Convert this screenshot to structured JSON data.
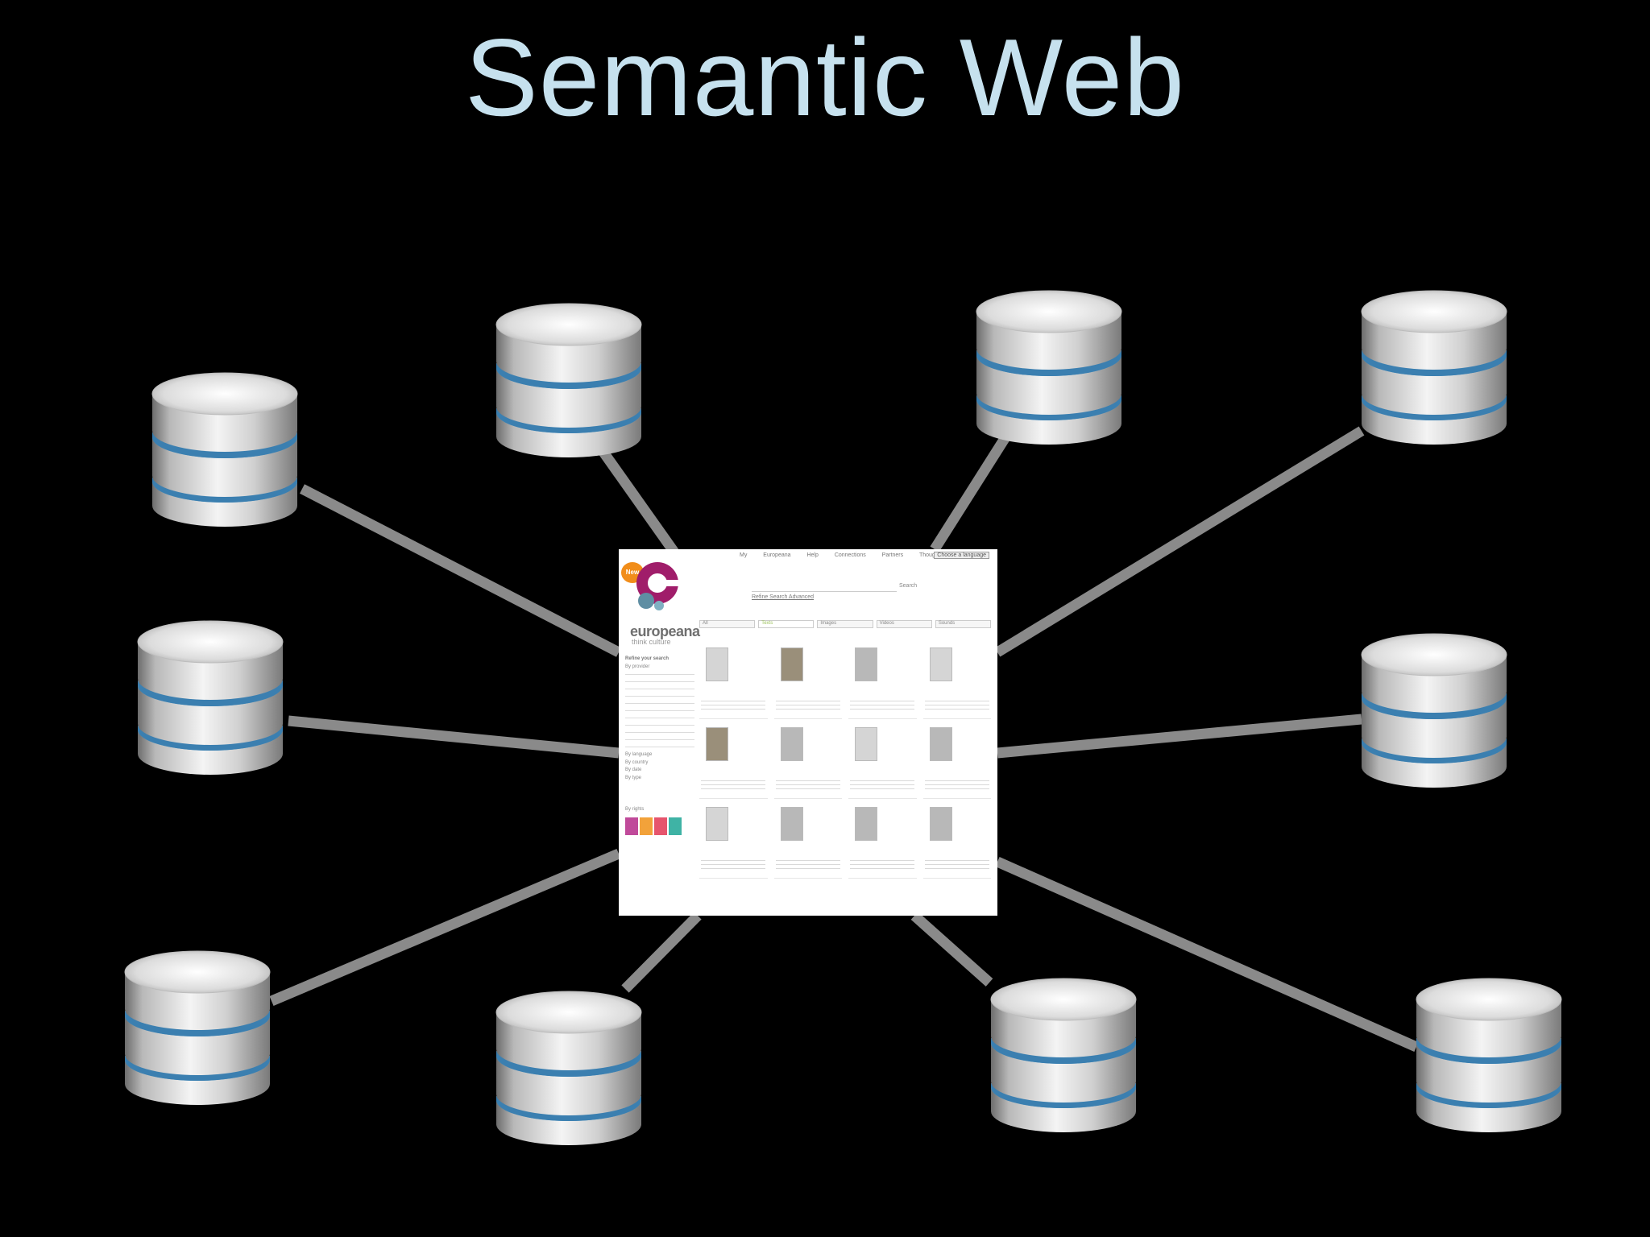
{
  "title": "Semantic Web",
  "icons": {
    "database": "database-icon"
  },
  "colors": {
    "title": "#c6e1ee",
    "background": "#000000",
    "connector": "#8a8a8a",
    "database_band": "#4d9ccb"
  },
  "databases": [
    {
      "id": "db-top-left"
    },
    {
      "id": "db-top-center-left"
    },
    {
      "id": "db-top-center-right"
    },
    {
      "id": "db-top-right"
    },
    {
      "id": "db-middle-left"
    },
    {
      "id": "db-middle-right"
    },
    {
      "id": "db-bottom-left"
    },
    {
      "id": "db-bottom-center-left"
    },
    {
      "id": "db-bottom-center-right"
    },
    {
      "id": "db-bottom-right"
    }
  ],
  "hub": {
    "logo_text": "europeana",
    "logo_subtitle": "think culture",
    "badge": "New",
    "nav": "My Europeana Help Connections Partners Thought lab",
    "language_select": "Choose a language",
    "search_button": "Search",
    "search_link": "Refine Search Advanced",
    "tabs": [
      "All",
      "Texts",
      "Images",
      "Videos",
      "Sounds"
    ],
    "sidebar": {
      "heading": "Refine your search",
      "items": [
        "By provider",
        "By language",
        "By country",
        "By date",
        "By type",
        "By rights"
      ]
    }
  }
}
